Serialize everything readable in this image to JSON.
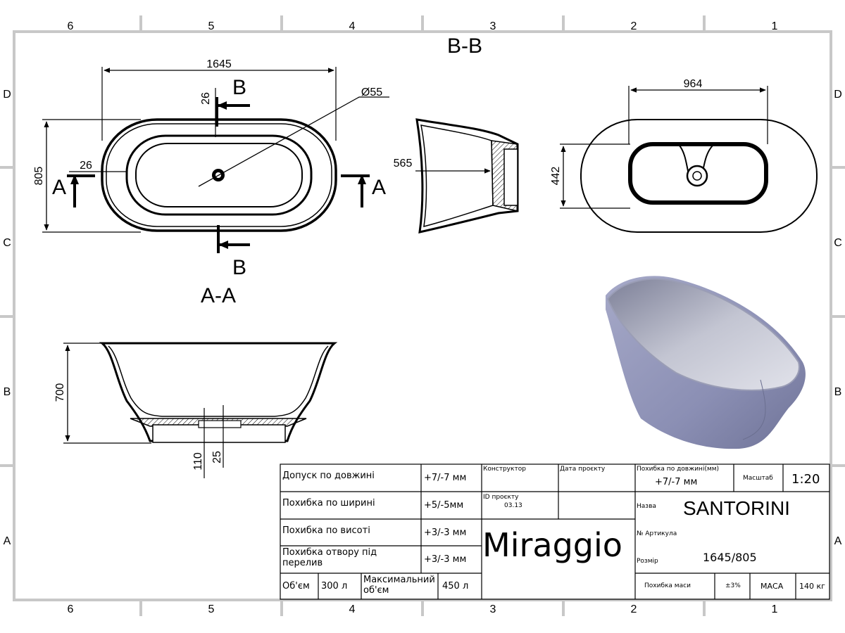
{
  "zone_numbers": {
    "top": [
      "6",
      "5",
      "4",
      "3",
      "2",
      "1"
    ],
    "bottom": [
      "6",
      "5",
      "4",
      "3",
      "2",
      "1"
    ],
    "left": [
      "D",
      "C",
      "B",
      "A"
    ],
    "right": [
      "D",
      "C",
      "B",
      "A"
    ]
  },
  "views": {
    "section_bb_title": "B-B",
    "section_aa_title": "A-A",
    "cut_label_a": "A",
    "cut_label_b": "B"
  },
  "dimensions": {
    "top_length": "1645",
    "top_width": "805",
    "rim_26_top": "26",
    "rim_26_side": "26",
    "drain_diameter": "Ø55",
    "side_depth": "565",
    "inner_length": "964",
    "inner_width": "442",
    "height": "700",
    "base_110": "110",
    "base_25": "25"
  },
  "title_block": {
    "rows": [
      {
        "label": "Допуск по довжині",
        "value": "+7/-7 мм"
      },
      {
        "label": "Похибка по ширині",
        "value": "+5/-5мм"
      },
      {
        "label": "Похибка по висоті",
        "value": "+3/-3 мм"
      },
      {
        "label_line1": "Похибка отвору під",
        "label_line2": "перелив",
        "value": "+3/-3 мм"
      }
    ],
    "volume_label": "Об'єм",
    "volume_value": "300 л",
    "max_label_line1": "Максимальний",
    "max_label_line2": "об'єм",
    "max_value": "450 л",
    "constructor_label": "Конструктор",
    "project_date_label": "Дата проєкту",
    "project_id_label": "ID проєкту",
    "project_id_value": "03.13",
    "brand": "Miraggio",
    "length_tolerance_label": "Похибка по довжині(мм)",
    "length_tolerance_value": "+7/-7 мм",
    "scale_label": "Масштаб",
    "scale_value": "1:20",
    "name_label": "Назва",
    "name_value": "SANTORINI",
    "article_label": "№ Артикула",
    "size_label": "Розмір",
    "size_value": "1645/805",
    "mass_tolerance_label": "Похибка маси",
    "mass_tolerance_value": "±3%",
    "mass_label": "МАСА",
    "mass_value": "140 кг"
  },
  "colors": {
    "ink": "#000000",
    "frame": "#c8c8c8",
    "tub_body": "#8f93b8",
    "tub_inside": "#c9cad7"
  },
  "icons": {
    "render": "bathtub-3d-render"
  }
}
